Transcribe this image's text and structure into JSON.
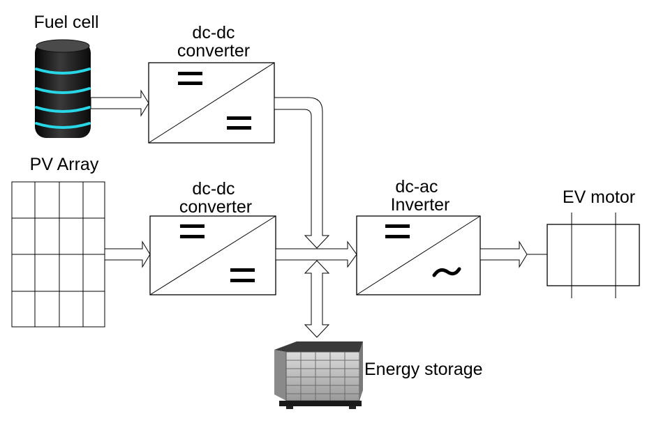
{
  "labels": {
    "fuel_cell": "Fuel cell",
    "pv_array": "PV Array",
    "converter_top_line1": "dc-dc",
    "converter_top_line2": "converter",
    "converter_bottom_line1": "dc-dc",
    "converter_bottom_line2": "converter",
    "inverter_line1": "dc-ac",
    "inverter_line2": "Inverter",
    "ev_motor": "EV motor",
    "energy_storage": "Energy storage"
  },
  "symbols": {
    "dc": "=",
    "ac": "~"
  },
  "colors": {
    "fuel_cell_body": "#1a1a1a",
    "fuel_cell_ring": "#29d6e6",
    "battery_body": "#bdbdbd"
  },
  "icons": {
    "fuel_cell": "fuel-cell-stack-icon",
    "battery": "battery-pack-icon"
  }
}
